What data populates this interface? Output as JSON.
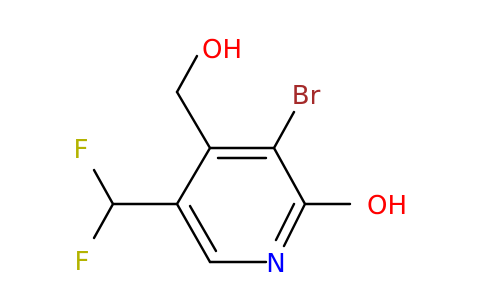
{
  "molecule": {
    "atoms": {
      "oh_top": {
        "text": "OH",
        "color": "#ff0000"
      },
      "br": {
        "text": "Br",
        "color": "#a52a2a"
      },
      "oh_right": {
        "text": "OH",
        "color": "#ff0000"
      },
      "n": {
        "text": "N",
        "color": "#0000ff"
      },
      "f_top": {
        "text": "F",
        "color": "#b3b300"
      },
      "f_bottom": {
        "text": "F",
        "color": "#b3b300"
      }
    },
    "bond_color": "#000000"
  }
}
